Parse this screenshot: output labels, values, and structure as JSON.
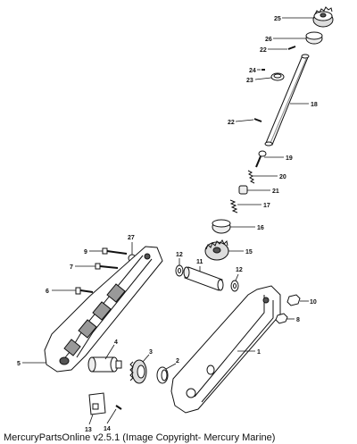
{
  "diagram": {
    "callouts": [
      {
        "id": "25",
        "label": "25"
      },
      {
        "id": "26",
        "label": "26"
      },
      {
        "id": "22a",
        "label": "22"
      },
      {
        "id": "24",
        "label": "24"
      },
      {
        "id": "23",
        "label": "23"
      },
      {
        "id": "18",
        "label": "18"
      },
      {
        "id": "22b",
        "label": "22"
      },
      {
        "id": "19",
        "label": "19"
      },
      {
        "id": "20",
        "label": "20"
      },
      {
        "id": "21",
        "label": "21"
      },
      {
        "id": "17",
        "label": "17"
      },
      {
        "id": "16",
        "label": "16"
      },
      {
        "id": "15",
        "label": "15"
      },
      {
        "id": "27",
        "label": "27"
      },
      {
        "id": "9",
        "label": "9"
      },
      {
        "id": "7",
        "label": "7"
      },
      {
        "id": "12a",
        "label": "12"
      },
      {
        "id": "11",
        "label": "11"
      },
      {
        "id": "12b",
        "label": "12"
      },
      {
        "id": "6",
        "label": "6"
      },
      {
        "id": "10",
        "label": "10"
      },
      {
        "id": "8",
        "label": "8"
      },
      {
        "id": "4",
        "label": "4"
      },
      {
        "id": "3",
        "label": "3"
      },
      {
        "id": "2",
        "label": "2"
      },
      {
        "id": "1",
        "label": "1"
      },
      {
        "id": "5",
        "label": "5"
      },
      {
        "id": "13",
        "label": "13"
      },
      {
        "id": "14",
        "label": "14"
      }
    ]
  },
  "footer": {
    "text": "MercuryPartsOnline v2.5.1 (Image Copyright- Mercury Marine)"
  }
}
